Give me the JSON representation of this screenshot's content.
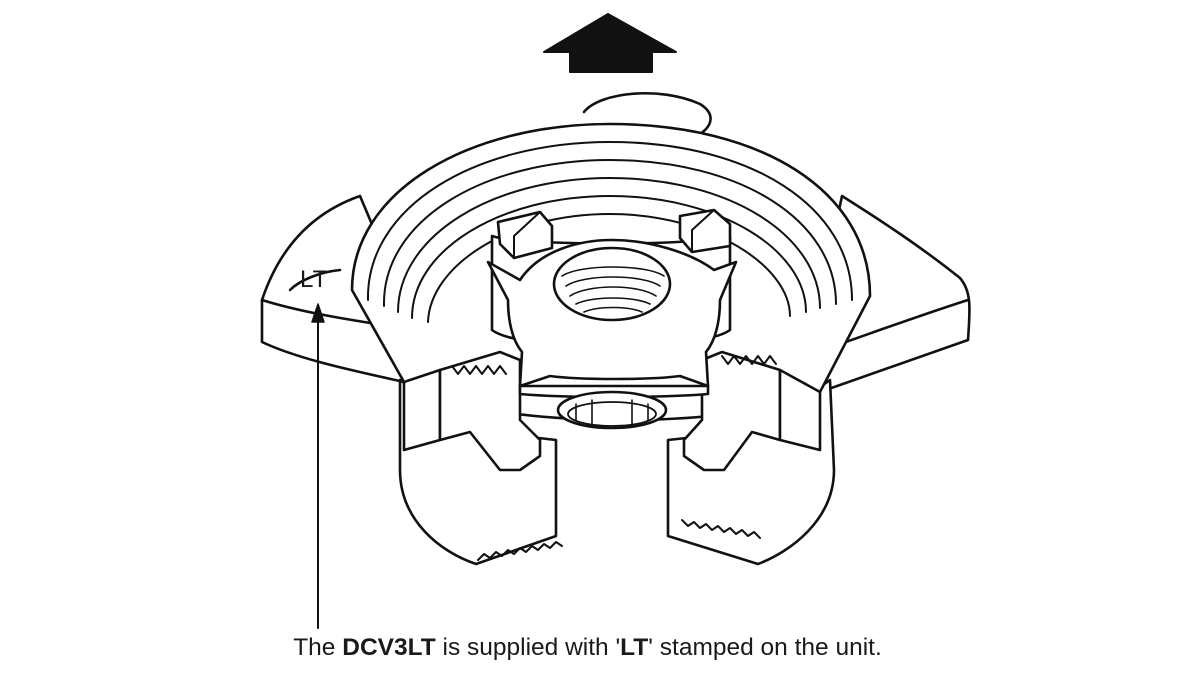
{
  "diagram": {
    "stamp_label": "LT",
    "caption": {
      "prefix": "The ",
      "model": "DCV3LT",
      "middle": " is supplied with '",
      "stamp": "LT",
      "suffix": "' stamped on the unit."
    },
    "icons": {
      "flow_arrow": "flow-direction-arrow-icon",
      "leader": "leader-line-arrow-icon"
    },
    "colors": {
      "line": "#111111",
      "fill": "#ffffff"
    }
  }
}
